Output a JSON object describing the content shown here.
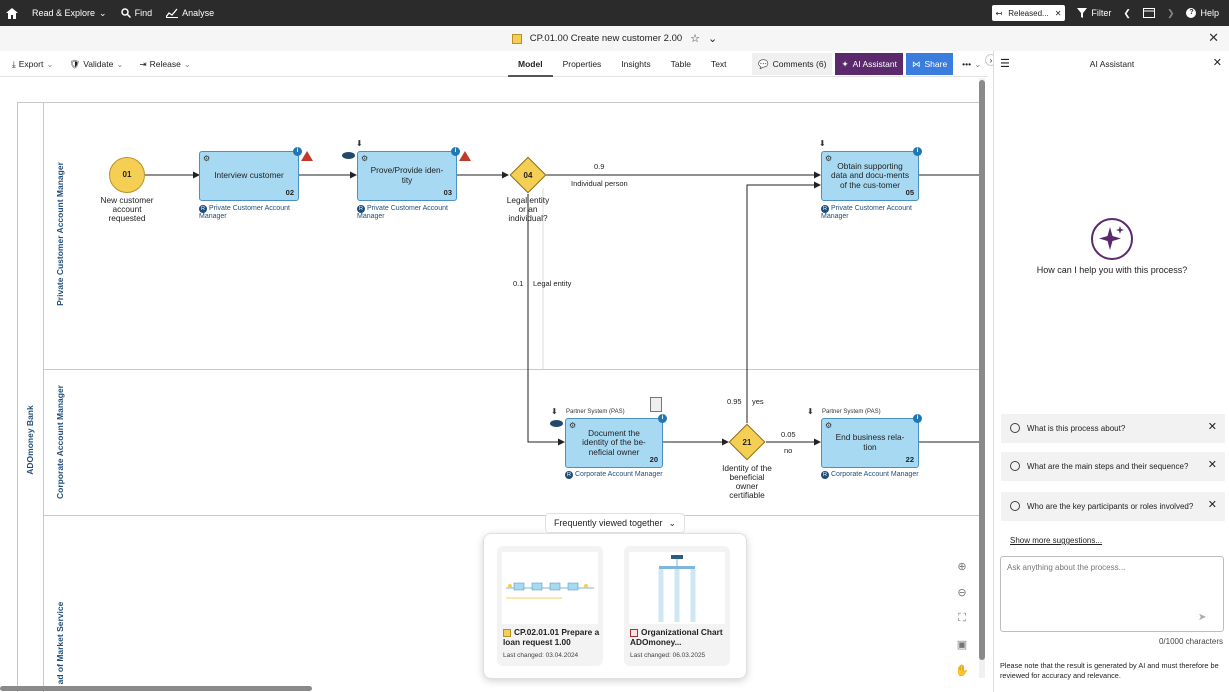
{
  "topbar": {
    "read_explore": "Read & Explore",
    "find": "Find",
    "analyse": "Analyse",
    "released": "Released...",
    "filter": "Filter",
    "help": "Help"
  },
  "title": {
    "model_name": "CP.01.00 Create new customer 2.00"
  },
  "toolbar": {
    "export": "Export",
    "validate": "Validate",
    "release": "Release",
    "tabs": [
      "Model",
      "Properties",
      "Insights",
      "Table",
      "Text"
    ],
    "comments": "Comments (6)",
    "ai_assistant": "AI Assistant",
    "share": "Share",
    "more": "•••"
  },
  "diagram": {
    "pool": "ADOmoney Bank",
    "lanes": [
      "Private Customer Account Manager",
      "Corporate Account Manager",
      "ad of Market Service"
    ],
    "start_event": {
      "num": "01",
      "caption": "New customer account requested"
    },
    "tasks": [
      {
        "num": "02",
        "label": "Interview customer",
        "role": "Private Customer Account Manager"
      },
      {
        "num": "03",
        "label": "Prove/Provide iden-tity",
        "role": "Private Customer Account Manager"
      },
      {
        "num": "05",
        "label": "Obtain supporting data and docu-ments of the cus-tomer",
        "role": "Private Customer Account Manager"
      },
      {
        "num": "20",
        "label": "Document the identity of the be-neficial owner",
        "role": "Corporate Account Manager",
        "system": "Partner System (PAS)"
      },
      {
        "num": "22",
        "label": "End business rela-tion",
        "role": "Corporate Account Manager",
        "system": "Partner System (PAS)"
      }
    ],
    "gateways": [
      {
        "num": "04",
        "caption": "Legal entity or an individual?"
      },
      {
        "num": "21",
        "caption": "Identity of the beneficial owner certifiable"
      }
    ],
    "flows": {
      "f1_prob": "0.9",
      "f1_label": "Individual person",
      "f2_prob": "0.1",
      "f2_label": "Legal entity",
      "f3_prob": "0.95",
      "f3_label": "yes",
      "f4_prob": "0.05",
      "f4_label": "no"
    }
  },
  "frequently_viewed": {
    "header": "Frequently viewed together",
    "cards": [
      {
        "title": "CP.02.01.01 Prepare a loan request 1.00",
        "date": "Last changed: 03.04.2024"
      },
      {
        "title": "Organizational Chart ADOmoney...",
        "date": "Last changed: 06.03.2025"
      }
    ]
  },
  "ai_panel": {
    "title": "AI Assistant",
    "question": "How can I help you with this process?",
    "suggestions": [
      "What is this process about?",
      "What are the main steps and their sequence?",
      "Who are the key participants or roles involved?"
    ],
    "show_more": "Show more suggestions...",
    "placeholder": "Ask anything about the process...",
    "char_count": "0/1000 characters",
    "disclaimer": "Please note that the result is generated by AI and must therefore be reviewed for accuracy and relevance."
  },
  "colors": {
    "ai_purple": "#5a2a6d",
    "share_blue": "#3b7ddd",
    "task_fill": "#a8d9f3",
    "event_yellow": "#f5cf53"
  }
}
